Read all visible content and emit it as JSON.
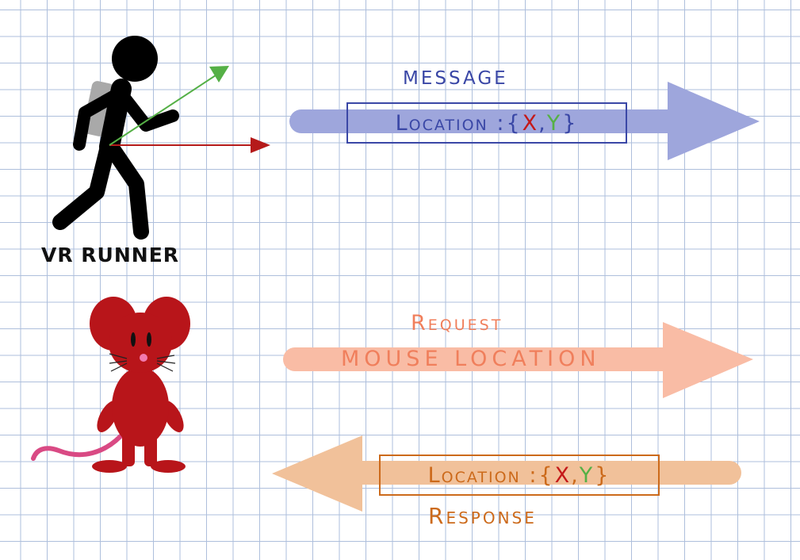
{
  "runner": {
    "label": "VR RUNNER"
  },
  "message": {
    "title": "MESSAGE",
    "box": {
      "prefix": "Location :",
      "open": "{",
      "x": "X",
      "comma": ",",
      "y": "Y",
      "close": "}"
    }
  },
  "request": {
    "title": "Request",
    "subtitle": "MOUSE LOCATION"
  },
  "response": {
    "title": "Response",
    "box": {
      "prefix": "Location :",
      "open": "{",
      "x": "X",
      "comma": ",",
      "y": "Y",
      "close": "}"
    }
  },
  "colors": {
    "message_arrow": "#9ea6dc",
    "message_text": "#3a47a6",
    "request_arrow": "#f9bca5",
    "request_text": "#f07f5c",
    "response_arrow": "#f1c19a",
    "response_text": "#cc6a1b",
    "x_axis": "#b51a1a",
    "y_axis": "#55b046",
    "mouse": "#b8151a",
    "tail": "#d94a84"
  }
}
